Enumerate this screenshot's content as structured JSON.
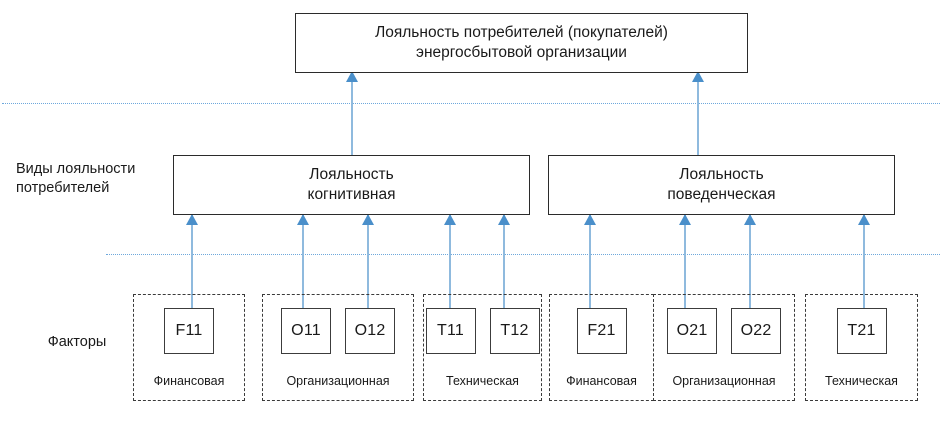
{
  "diagram": {
    "title_box": {
      "line1": "Лояльность потребителей (покупателей)",
      "line2": "энергосбытовой организации"
    },
    "row_labels": {
      "types": "Виды лояльности потребителей",
      "types_line1": "Виды лояльности",
      "types_line2": "потребителей",
      "factors": "Факторы"
    },
    "loyalty_types": [
      {
        "line1": "Лояльность",
        "line2": "когнитивная"
      },
      {
        "line1": "Лояльность",
        "line2": "поведенческая"
      }
    ],
    "factor_groups": [
      {
        "caption": "Финансовая",
        "codes": [
          "F11"
        ]
      },
      {
        "caption": "Организационная",
        "codes": [
          "O11",
          "O12"
        ]
      },
      {
        "caption": "Техническая",
        "codes": [
          "T11",
          "T12"
        ]
      },
      {
        "caption": "Финансовая",
        "codes": [
          "F21"
        ]
      },
      {
        "caption": "Организационная",
        "codes": [
          "O21",
          "O22"
        ]
      },
      {
        "caption": "Техническая",
        "codes": [
          "T21"
        ]
      }
    ],
    "colors": {
      "arrow_head": "#4a8fca",
      "arrow_shaft": "#8fbade",
      "separator": "#6ea8dc",
      "box_border": "#2b2b2b",
      "group_border": "#3a3a3a",
      "background": "#ffffff"
    }
  }
}
